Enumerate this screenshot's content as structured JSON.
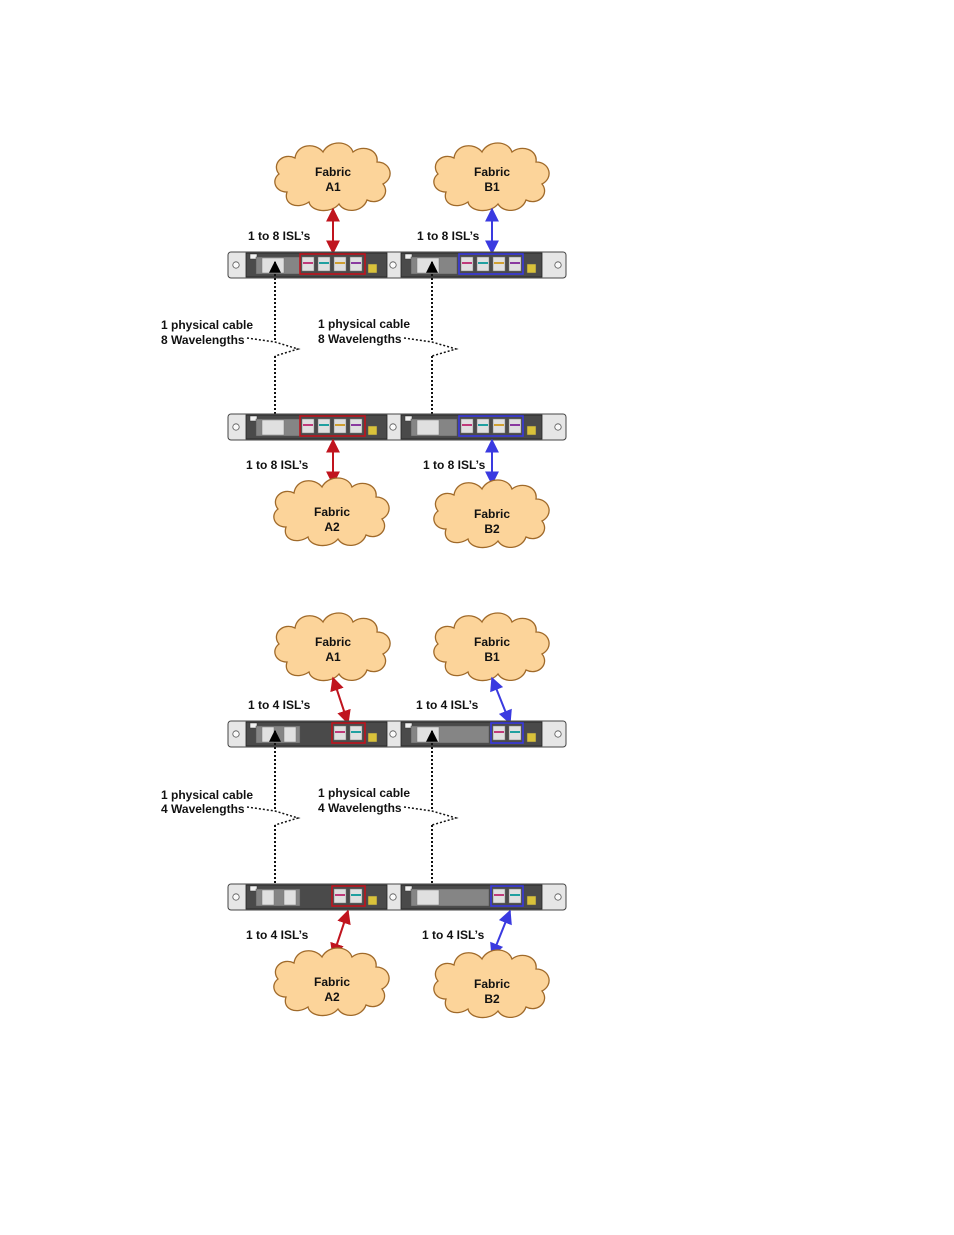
{
  "colors": {
    "fabric_a": "#c0141e",
    "fabric_b": "#3a3ae0",
    "cloud_fill": "#fcd49a",
    "cloud_stroke": "#a06a2a",
    "port_colors": [
      "#c03a7a",
      "#20a0a0",
      "#d0a030",
      "#8a3aa0"
    ]
  },
  "diagram1": {
    "clouds": {
      "a1": {
        "line1": "Fabric",
        "line2": "A1"
      },
      "b1": {
        "line1": "Fabric",
        "line2": "B1"
      },
      "a2": {
        "line1": "Fabric",
        "line2": "A2"
      },
      "b2": {
        "line1": "Fabric",
        "line2": "B2"
      }
    },
    "isl_labels": {
      "top_left": "1 to 8 ISL’s",
      "top_right": "1 to 8 ISL’s",
      "bottom_left": "1 to 8 ISL’s",
      "bottom_right": "1 to 8 ISL’s"
    },
    "cable_left": {
      "line1": "1 physical cable",
      "line2": "8 Wavelengths"
    },
    "cable_right": {
      "line1": "1 physical cable",
      "line2": "8 Wavelengths"
    }
  },
  "diagram2": {
    "clouds": {
      "a1": {
        "line1": "Fabric",
        "line2": "A1"
      },
      "b1": {
        "line1": "Fabric",
        "line2": "B1"
      },
      "a2": {
        "line1": "Fabric",
        "line2": "A2"
      },
      "b2": {
        "line1": "Fabric",
        "line2": "B2"
      }
    },
    "isl_labels": {
      "top_left": "1 to 4 ISL’s",
      "top_right": "1 to 4 ISL’s",
      "bottom_left": "1 to 4 ISL’s",
      "bottom_right": "1 to 4 ISL’s"
    },
    "cable_left": {
      "line1": "1 physical cable",
      "line2": "4 Wavelengths"
    },
    "cable_right": {
      "line1": "1 physical cable",
      "line2": "4 Wavelengths"
    }
  }
}
